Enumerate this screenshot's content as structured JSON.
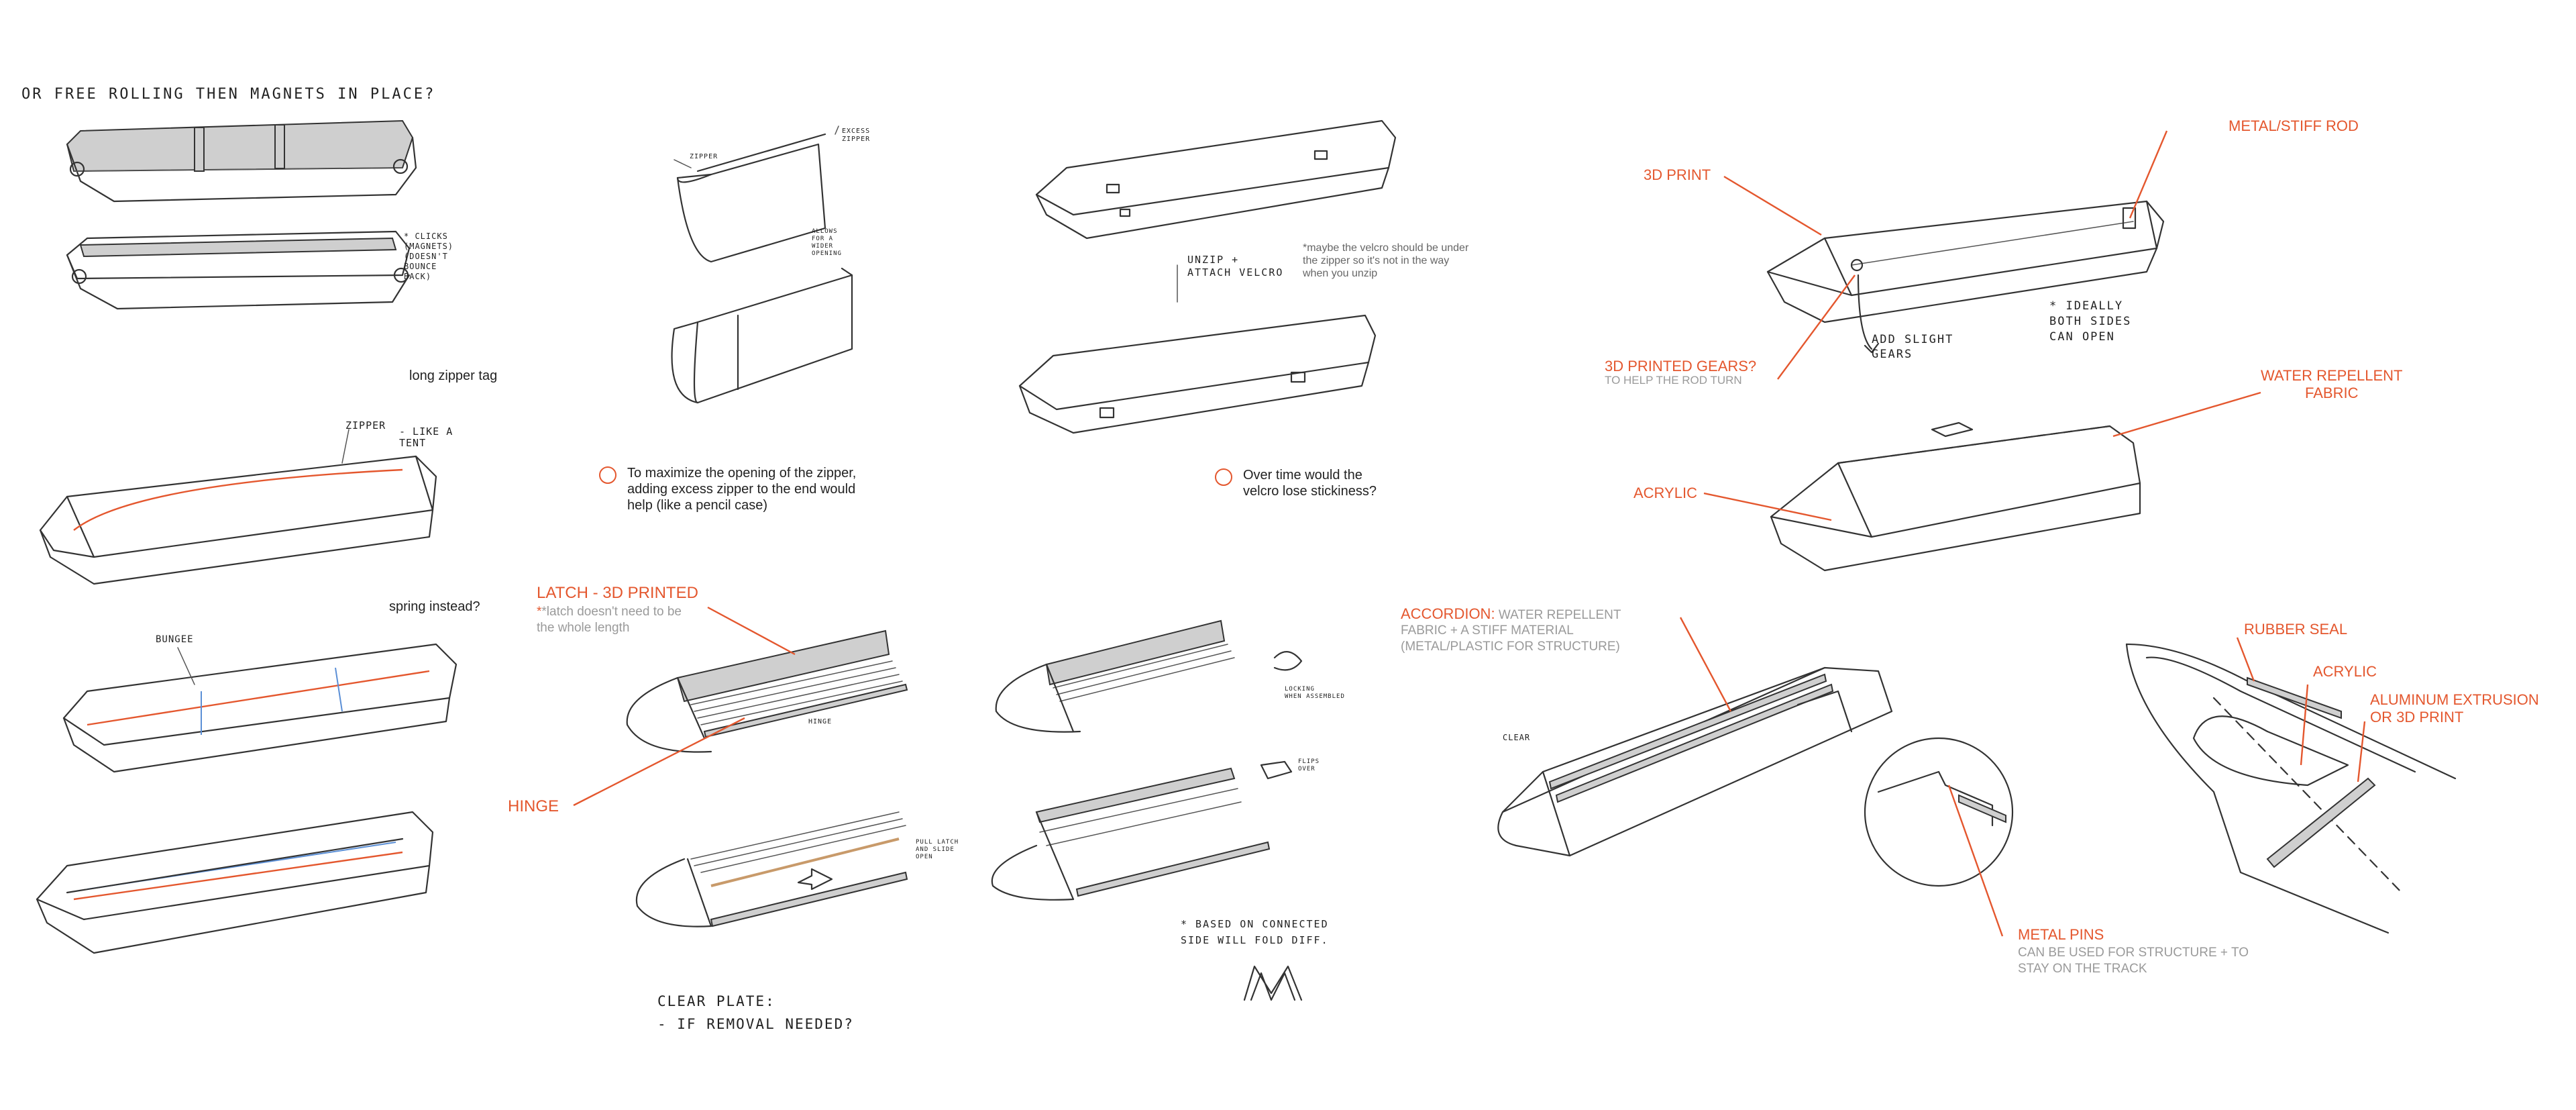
{
  "sketches": {
    "free_rolling_question": "OR  FREE ROLLING  THEN  MAGNETS  IN PLACE?",
    "clicks_note": "* CLICKS\n(MAGNETS)\n(DOESN'T\nBOUNCE\nBACK)",
    "long_zipper_tag": "long zipper tag",
    "zipper_label": "ZIPPER",
    "like_a_tent": "- LIKE A\nTENT",
    "spring_instead": "spring instead?",
    "bungee_label": "BUNGEE",
    "zipper_small": "ZIPPER",
    "excess_zipper": "EXCESS\nZIPPER",
    "allows_for_wider_opening": "ALLOWS\nFOR A\nWIDER\nOPENING",
    "maximize_zipper_note": "To maximize the opening of the zipper,\nadding excess zipper to the end would\nhelp (like a pencil case)",
    "unzip_attach_velcro": "UNZIP +\nATTACH VELCRO",
    "velcro_under_zipper_note": "*maybe the velcro should be under\nthe zipper so it's not in the way\nwhen you unzip",
    "velcro_stickiness_note": "Over time would the\nvelcro lose stickiness?",
    "latch_3d_printed": "LATCH - 3D PRINTED",
    "latch_subnote": "*latch doesn't need to be\nthe whole length",
    "hinge_label": "HINGE",
    "hinge_small": "HINGE",
    "clear_plate": "CLEAR PLATE:\n- IF REMOVAL NEEDED?",
    "pull_latch": "PULL LATCH\nAND SLIDE\nOPEN",
    "locking_when_assembled": "LOCKING\nWHEN ASSEMBLED",
    "flips_over": "FLIPS\nOVER",
    "based_on_connected": "* BASED ON CONNECTED\nSIDE WILL FOLD DIFF.",
    "three_d_print": "3D PRINT",
    "metal_stiff_rod": "METAL/STIFF ROD",
    "three_d_printed_gears": "3D PRINTED GEARS?",
    "to_help_rod_turn": "TO HELP THE ROD TURN",
    "add_slight_gears": "ADD SLIGHT\nGEARS",
    "ideally_both_sides": "* IDEALLY\nBOTH SIDES\nCAN OPEN",
    "water_repellent_fabric": "WATER REPELLENT\nFABRIC",
    "acrylic_1": "ACRYLIC",
    "accordion_label": "ACCORDION:",
    "accordion_desc_1": " WATER REPELLENT",
    "accordion_desc_2": "FABRIC + A STIFF MATERIAL\n(METAL/PLASTIC FOR STRUCTURE)",
    "clear_label": "CLEAR",
    "metal_pins": "METAL PINS",
    "metal_pins_desc": "CAN BE USED FOR STRUCTURE + TO\nSTAY ON THE TRACK",
    "rubber_seal": "RUBBER SEAL",
    "acrylic_2": "ACRYLIC",
    "aluminum_extrusion": "ALUMINUM EXTRUSION\nOR 3D PRINT"
  },
  "colors": {
    "accent": "#e4572e",
    "subtext": "#9a9a9a",
    "ink": "#333333",
    "marker_blue": "#5b8fd6"
  }
}
